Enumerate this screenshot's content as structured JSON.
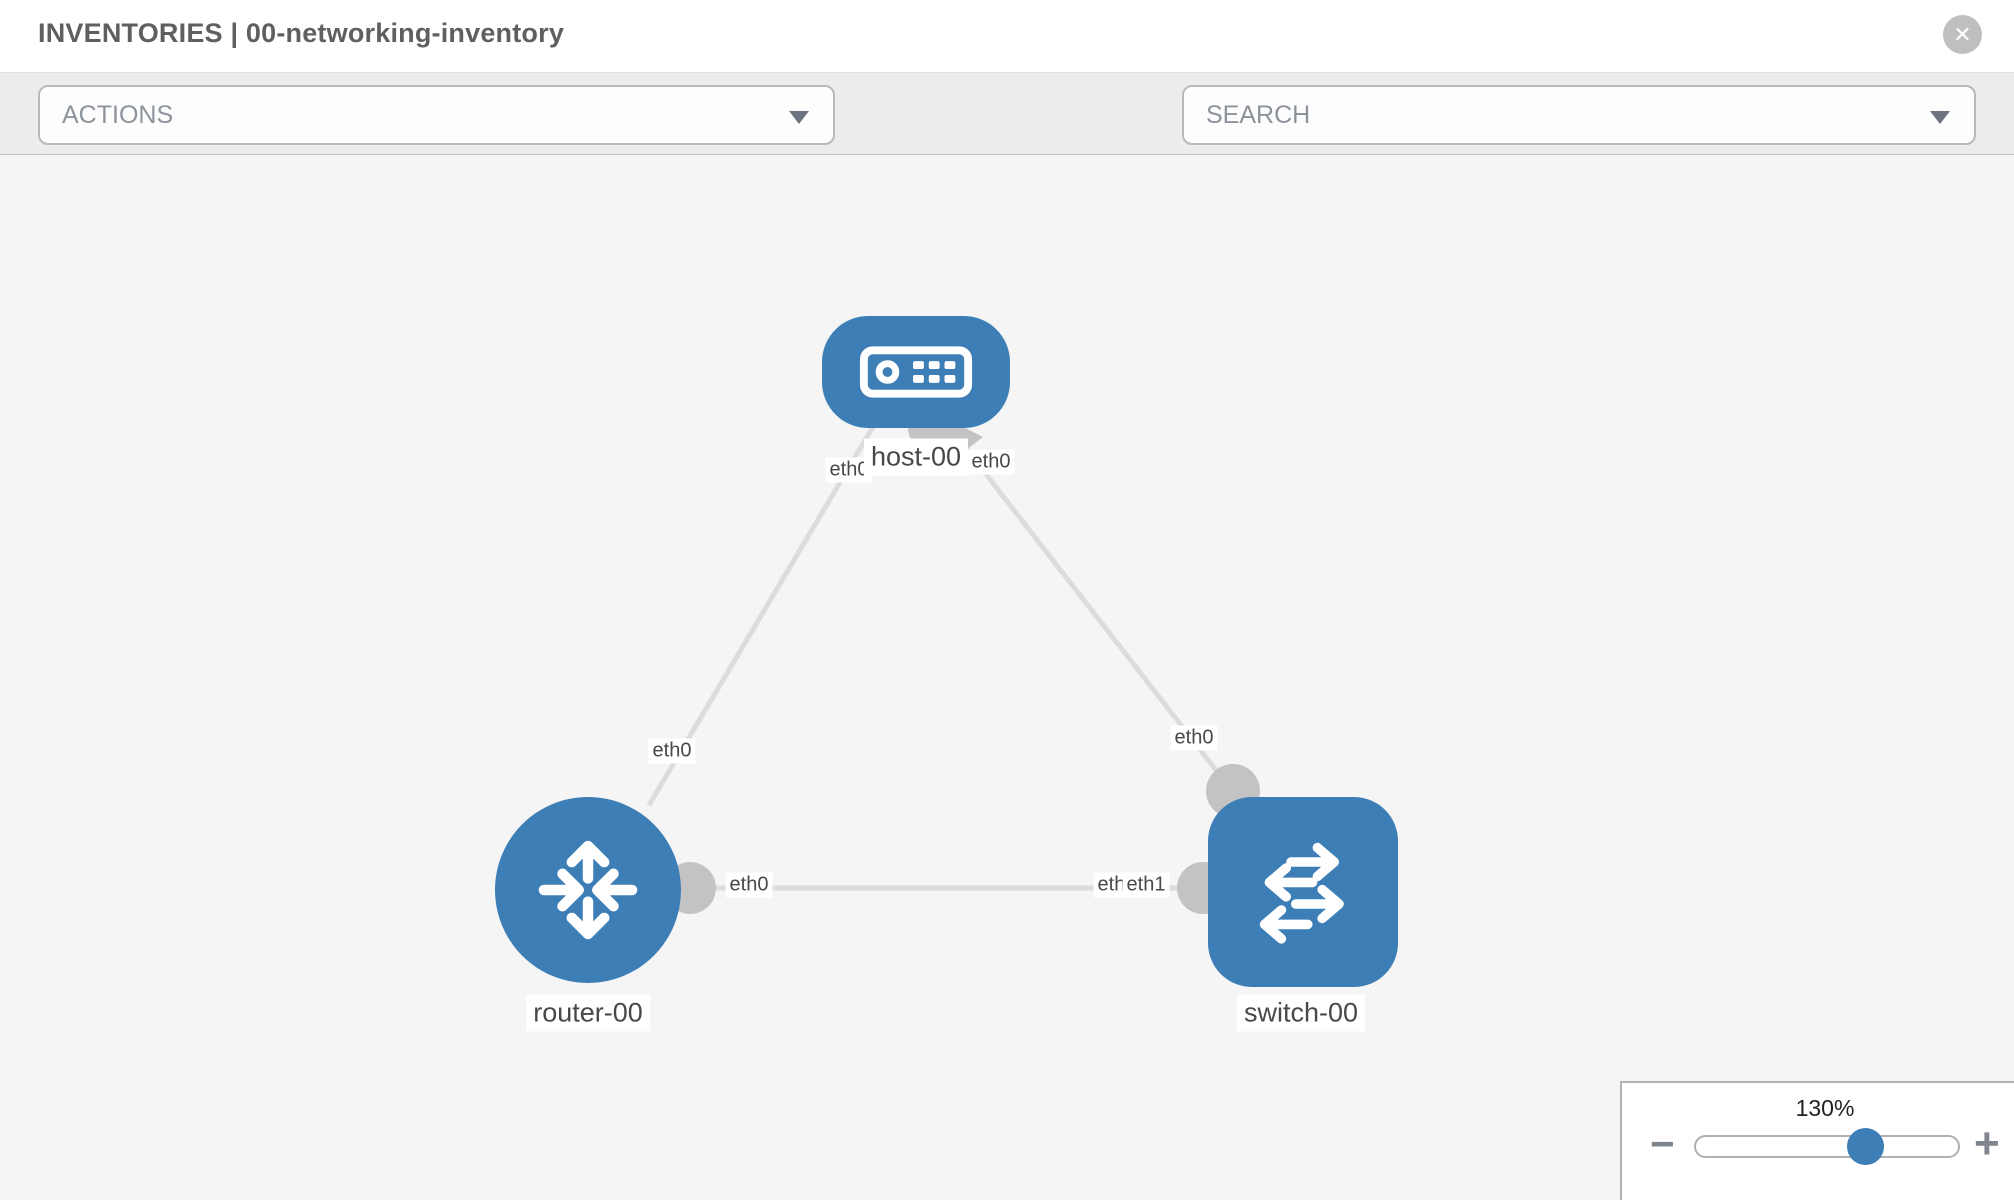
{
  "header": {
    "title": "INVENTORIES | 00-networking-inventory"
  },
  "toolbar": {
    "actions": {
      "value": "ACTIONS"
    },
    "search": {
      "placeholder": "SEARCH"
    },
    "icons": {
      "wrench": "wrench-icon",
      "key": "key-icon"
    }
  },
  "topology": {
    "nodes": [
      {
        "label": "host-00",
        "type": "host"
      },
      {
        "label": "router-00",
        "type": "router"
      },
      {
        "label": "switch-00",
        "type": "switch"
      }
    ],
    "links": [
      {
        "from": "host-00",
        "to": "router-00"
      },
      {
        "from": "host-00",
        "to": "switch-00"
      },
      {
        "from": "router-00",
        "to": "switch-00"
      }
    ],
    "interface_chips": [
      {
        "label": "eth0",
        "at": "host-00 side of host-router link"
      },
      {
        "label": "eth0",
        "at": "router-00 side of host-router link"
      },
      {
        "label": "eth0",
        "at": "host-00 side of host-switch link"
      },
      {
        "label": "eth0",
        "at": "switch-00 side of host-switch link"
      },
      {
        "label": "eth0",
        "at": "router-00 side of router-switch link"
      },
      {
        "label": "eth0",
        "at": "switch-00 side of router-switch link (partially covered)"
      },
      {
        "label": "eth1",
        "at": "switch-00 side of router-switch link"
      }
    ]
  },
  "zoom_control": {
    "level": "130%",
    "minus": "−",
    "plus": "+",
    "slider_position_pct": 64
  },
  "colors": {
    "node_blue": "#3d7eb6",
    "link_gray": "#dcdcdc",
    "port_gray": "#c3c3c3",
    "toolbar_gray": "#ececec"
  }
}
